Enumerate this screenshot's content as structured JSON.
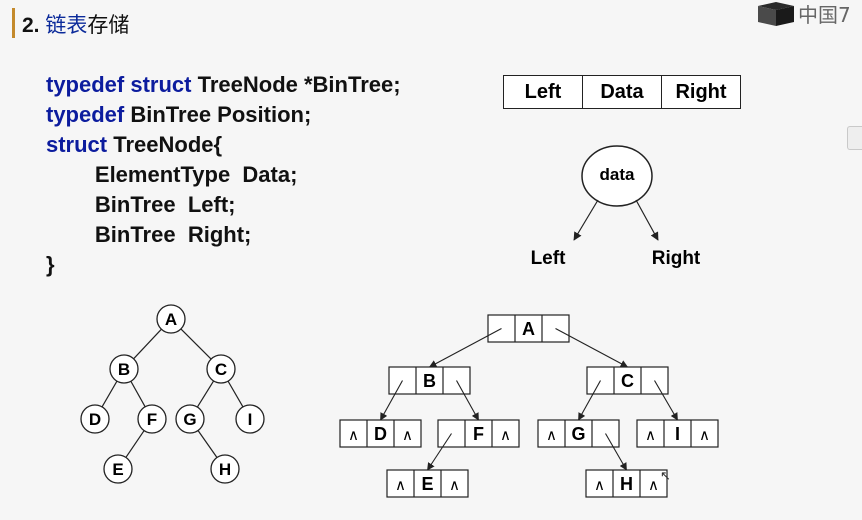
{
  "heading": {
    "number": "2.",
    "word1": "链表",
    "word2": "存储"
  },
  "logo": {
    "text": "中国7"
  },
  "code": [
    [
      {
        "t": "typedef ",
        "k": true
      },
      {
        "t": "struct ",
        "k": true
      },
      {
        "t": "TreeNode *BinTree;",
        "k": false
      }
    ],
    [
      {
        "t": "typedef ",
        "k": true
      },
      {
        "t": "BinTree Position;",
        "k": false
      }
    ],
    [
      {
        "t": "struct ",
        "k": true
      },
      {
        "t": "TreeNode{",
        "k": false
      }
    ],
    [
      {
        "t": "        ElementType  Data;",
        "k": false
      }
    ],
    [
      {
        "t": "        BinTree  Left;",
        "k": false
      }
    ],
    [
      {
        "t": "        BinTree  Right;",
        "k": false
      }
    ],
    [
      {
        "t": "}",
        "k": false
      }
    ]
  ],
  "node_fields": [
    "Left",
    "Data",
    "Right"
  ],
  "generic_node": {
    "center": "data",
    "left": "Left",
    "right": "Right"
  },
  "tree": {
    "nodes": [
      "A",
      "B",
      "C",
      "D",
      "F",
      "G",
      "I",
      "E",
      "H"
    ],
    "edges": [
      [
        "A",
        "B"
      ],
      [
        "A",
        "C"
      ],
      [
        "B",
        "D"
      ],
      [
        "B",
        "F"
      ],
      [
        "F",
        "E"
      ],
      [
        "C",
        "G"
      ],
      [
        "C",
        "I"
      ],
      [
        "G",
        "H"
      ]
    ]
  },
  "linked": {
    "null_symbol": "∧",
    "nodes": [
      {
        "id": "A",
        "left": "",
        "right": ""
      },
      {
        "id": "B",
        "left": "",
        "right": ""
      },
      {
        "id": "C",
        "left": "",
        "right": ""
      },
      {
        "id": "D",
        "left": "∧",
        "right": "∧"
      },
      {
        "id": "F",
        "left": "",
        "right": "∧"
      },
      {
        "id": "G",
        "left": "∧",
        "right": ""
      },
      {
        "id": "I",
        "left": "∧",
        "right": "∧"
      },
      {
        "id": "E",
        "left": "∧",
        "right": "∧"
      },
      {
        "id": "H",
        "left": "∧",
        "right": "∧"
      }
    ],
    "pointers": [
      [
        "A",
        "left",
        "B"
      ],
      [
        "A",
        "right",
        "C"
      ],
      [
        "B",
        "left",
        "D"
      ],
      [
        "B",
        "right",
        "F"
      ],
      [
        "F",
        "left",
        "E"
      ],
      [
        "C",
        "left",
        "G"
      ],
      [
        "C",
        "right",
        "I"
      ],
      [
        "G",
        "right",
        "H"
      ]
    ]
  },
  "colors": {
    "keyword": "#0c1c9e",
    "accent": "#c48a2c",
    "stroke": "#222222"
  }
}
